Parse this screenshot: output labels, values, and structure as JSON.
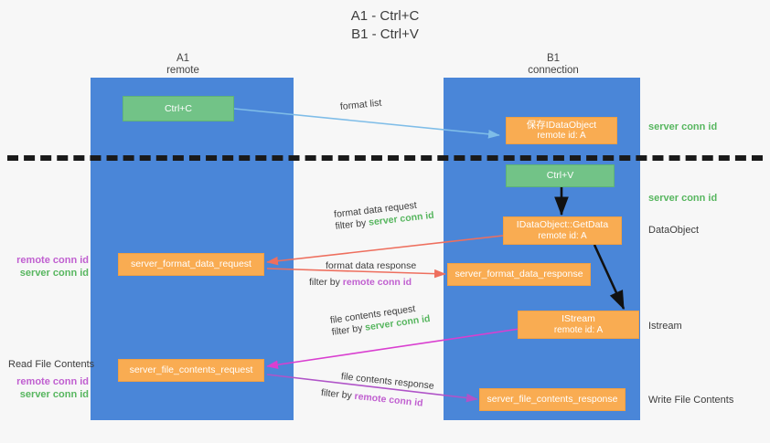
{
  "title": {
    "line1": "A1 - Ctrl+C",
    "line2": "B1 - Ctrl+V"
  },
  "lanes": [
    {
      "name": "A1",
      "sub": "remote"
    },
    {
      "name": "B1",
      "sub": "connection"
    }
  ],
  "nodes": {
    "ctrl_c": {
      "line1": "Ctrl+C",
      "line2": ""
    },
    "save_dataobject": {
      "line1": "保存IDataObject",
      "line2": "remote id: A"
    },
    "ctrl_v": {
      "line1": "Ctrl+V",
      "line2": ""
    },
    "getdata": {
      "line1": "IDataObject::GetData",
      "line2": "remote id: A"
    },
    "istream": {
      "line1": "IStream",
      "line2": "remote id: A"
    },
    "server_format_data_request": {
      "line1": "server_format_data_request",
      "line2": ""
    },
    "server_format_data_response": {
      "line1": "server_format_data_response",
      "line2": ""
    },
    "server_file_contents_request": {
      "line1": "server_file_contents_request",
      "line2": ""
    },
    "server_file_contents_response": {
      "line1": "server_file_contents_response",
      "line2": ""
    }
  },
  "edges": {
    "format_list": "format list",
    "format_data_request": {
      "text": "format data request",
      "filter_prefix": "filter by",
      "filter_value": "server conn id"
    },
    "format_data_response": {
      "text": "format data response",
      "filter_prefix": "filter by",
      "filter_value": "remote conn id"
    },
    "file_contents_request": {
      "text": "file contents request",
      "filter_prefix": "filter by",
      "filter_value": "server conn id"
    },
    "file_contents_response": {
      "text": "file contents response",
      "filter_prefix": "filter by",
      "filter_value": "remote conn id"
    }
  },
  "annotations": {
    "right_server_conn_id_top": "server conn id",
    "right_server_conn_id_mid": "server conn id",
    "right_dataobject": "DataObject",
    "right_istream": "Istream",
    "right_write_file_contents": "Write File Contents",
    "left_remote_conn_id_1": "remote conn id",
    "left_server_conn_id_1": "server conn id",
    "left_read_file_contents": "Read File Contents",
    "left_remote_conn_id_2": "remote conn id",
    "left_server_conn_id_2": "server conn id"
  },
  "colors": {
    "lane": "#4a86d8",
    "green_node": "#72c387",
    "orange_node": "#f9ac52",
    "green_text": "#57b65f",
    "purple_text": "#c05fd0",
    "arrow_blue": "#7fbde8",
    "arrow_red": "#ee6f5e",
    "arrow_magenta": "#d93fd0",
    "arrow_purple": "#b054c8",
    "arrow_black": "#1a1a1a",
    "background": "#f7f7f7"
  }
}
